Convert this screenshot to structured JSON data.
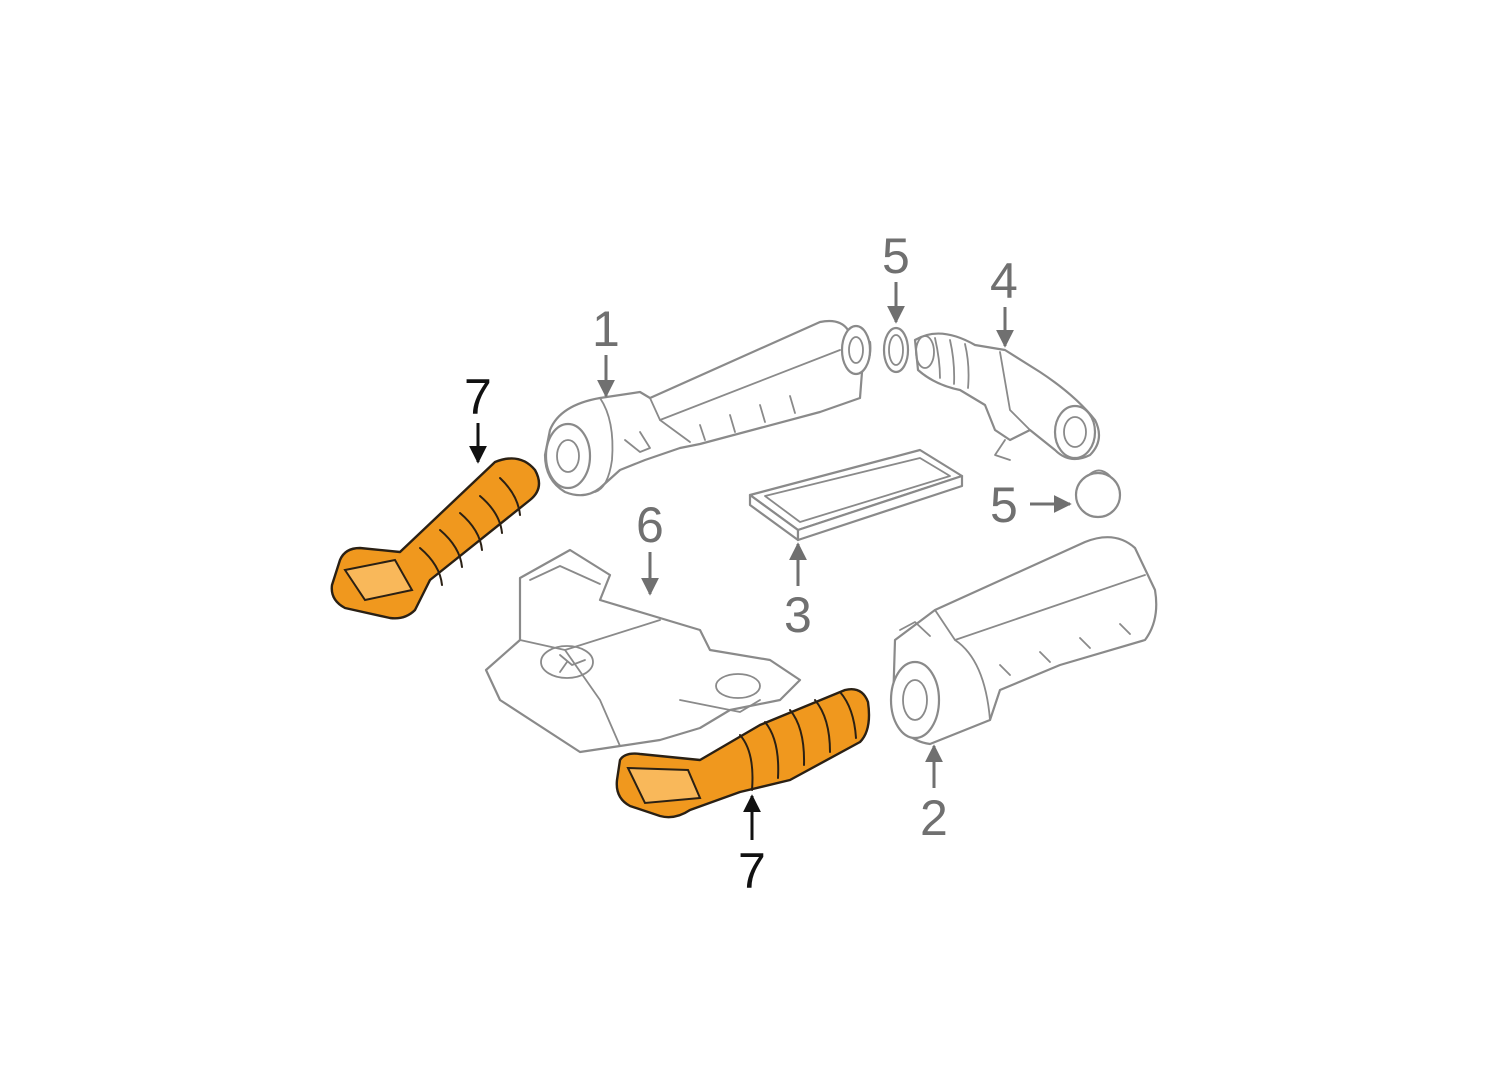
{
  "colors": {
    "highlight": "#f0981e",
    "outline": "#8a8a8a",
    "callout_gray": "#707070",
    "callout_black": "#111111",
    "background": "#ffffff"
  },
  "callouts": {
    "air_cleaner_left": "1",
    "air_cleaner_right": "2",
    "filter_element": "3",
    "intake_hose": "4",
    "clamp_upper": "5",
    "clamp_lower": "5",
    "engine_cover": "6",
    "duct_left": "7",
    "duct_right": "7"
  }
}
